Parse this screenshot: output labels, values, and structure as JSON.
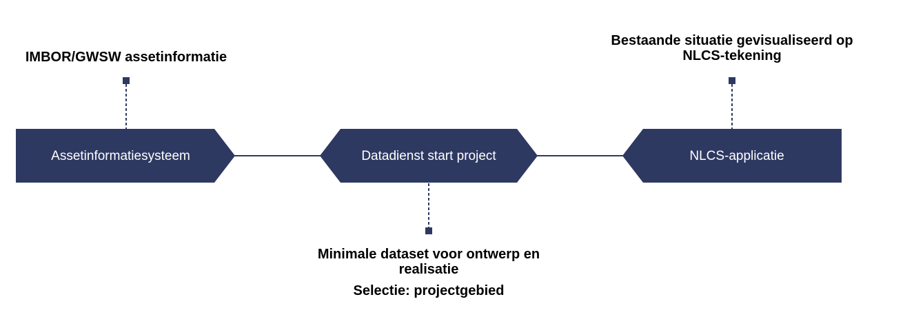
{
  "colors": {
    "node_fill": "#2e3962",
    "connector": "#2e3962",
    "text": "#000000",
    "node_text": "#ffffff",
    "background": "#ffffff"
  },
  "nodes": {
    "left": {
      "label": "Assetinformatiesysteem"
    },
    "center": {
      "label": "Datadienst start project"
    },
    "right": {
      "label": "NLCS-applicatie"
    }
  },
  "annotations": {
    "left": {
      "text": "IMBOR/GWSW assetinformatie"
    },
    "right": {
      "line1": "Bestaande situatie gevisualiseerd op",
      "line2": "NLCS-tekening"
    },
    "bottom": {
      "line1": "Minimale dataset voor ontwerp en",
      "line2": "realisatie",
      "line3": "Selectie: projectgebied"
    }
  }
}
